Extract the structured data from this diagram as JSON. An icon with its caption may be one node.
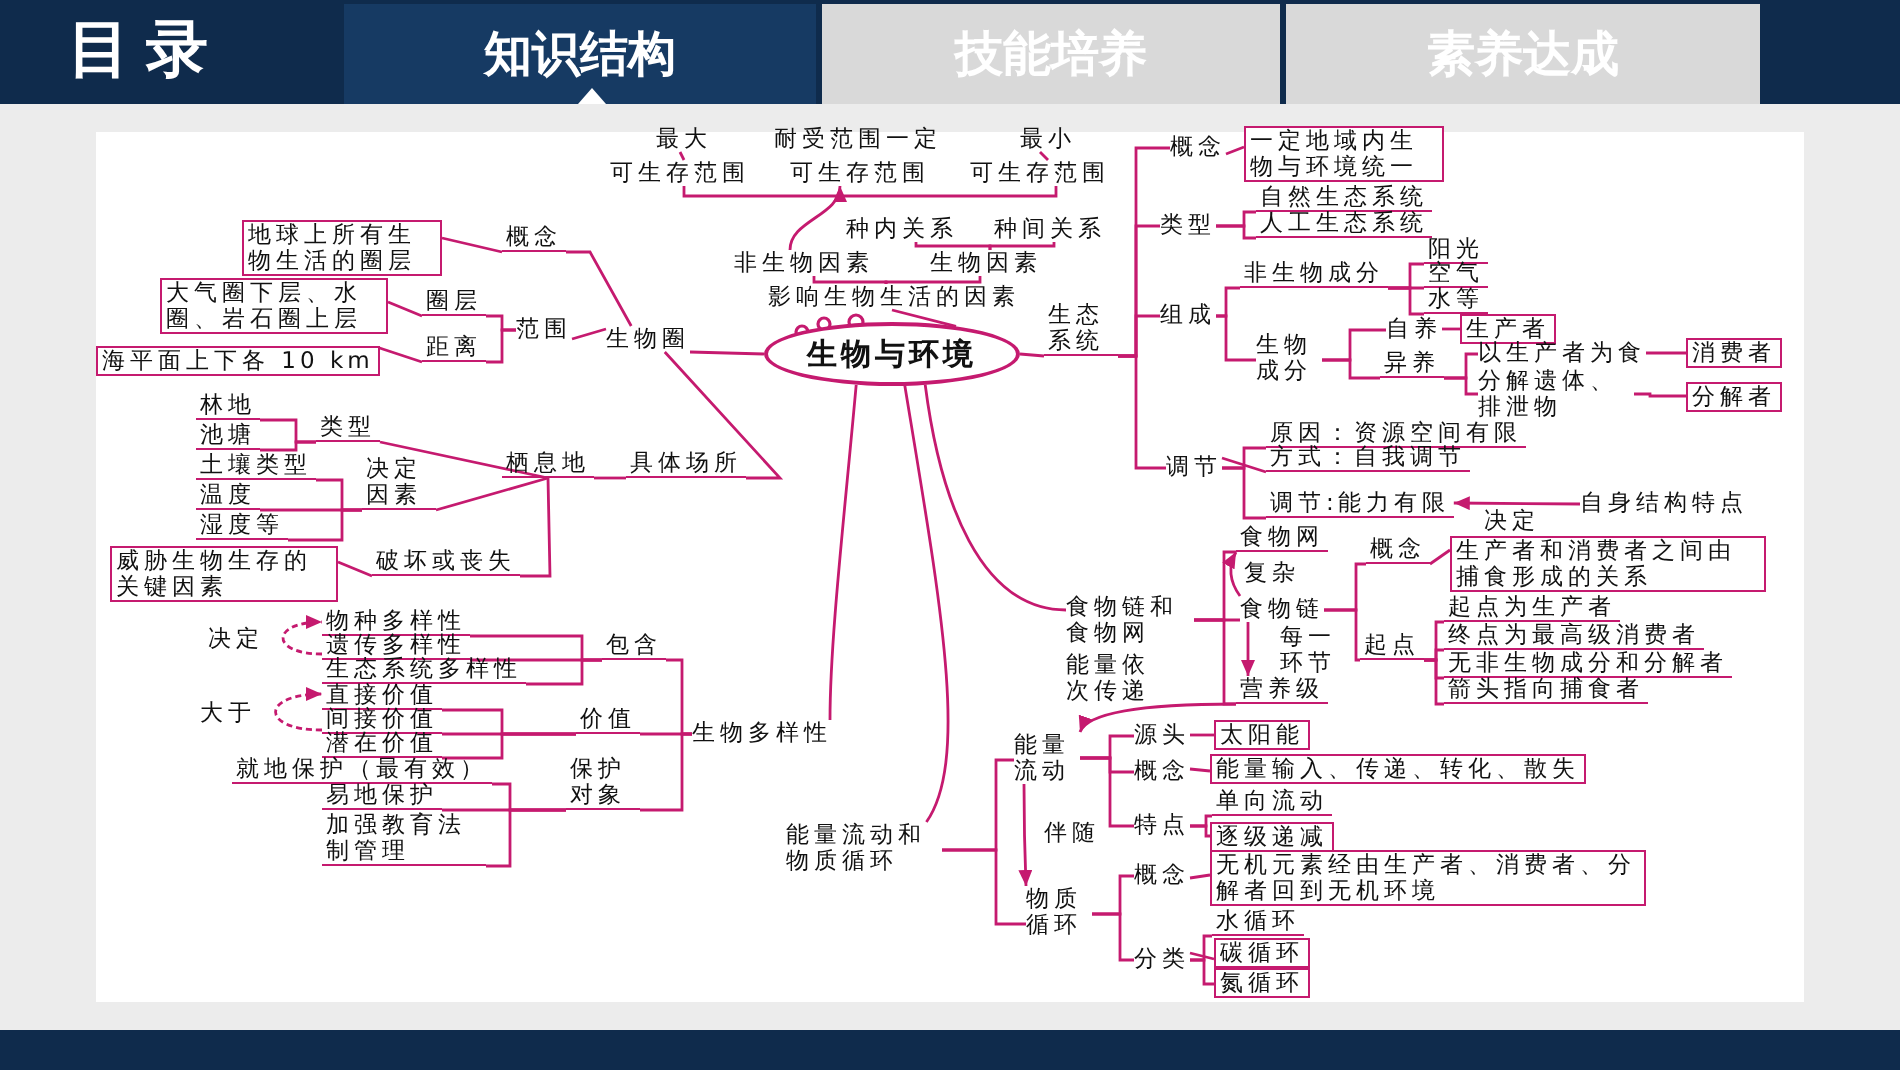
{
  "diagram": {
    "nodes": [
      {
        "text": [
          "生物与环境"
        ]
      },
      {
        "text": [
          "影响生物生活的因素"
        ]
      },
      {
        "text": [
          "非生物因素"
        ]
      },
      {
        "text": [
          "生物因素"
        ]
      },
      {
        "text": [
          "种内关系"
        ]
      },
      {
        "text": [
          "种间关系"
        ]
      },
      {
        "text": [
          "可生存范围"
        ]
      },
      {
        "text": [
          "可生存范围"
        ]
      },
      {
        "text": [
          "可生存范围"
        ]
      },
      {
        "text": [
          "最大"
        ]
      },
      {
        "text": [
          "耐受范围一定"
        ]
      },
      {
        "text": [
          "最小"
        ]
      },
      {
        "text": [
          "生物圈"
        ]
      },
      {
        "text": [
          "概念"
        ]
      },
      {
        "text": [
          "地球上所有生物生活的圈层"
        ]
      },
      {
        "text": [
          "范围"
        ]
      },
      {
        "text": [
          "圈层"
        ]
      },
      {
        "text": [
          "大气圈下层、水圈、岩石圈上层"
        ]
      },
      {
        "text": [
          "距离"
        ]
      },
      {
        "text": [
          "海平面上下各 10 km"
        ]
      },
      {
        "text": [
          "具体场所"
        ]
      },
      {
        "text": [
          "栖息地"
        ]
      },
      {
        "text": [
          "类型"
        ]
      },
      {
        "text": [
          "林地"
        ]
      },
      {
        "text": [
          "池塘"
        ]
      },
      {
        "text": [
          "决定因素"
        ]
      },
      {
        "text": [
          "土壤类型"
        ]
      },
      {
        "text": [
          "温度"
        ]
      },
      {
        "text": [
          "湿度等"
        ]
      },
      {
        "text": [
          "破坏或丧失"
        ]
      },
      {
        "text": [
          "威胁生物生存的关键因素"
        ]
      },
      {
        "text": [
          "生态系统"
        ]
      },
      {
        "text": [
          "概念"
        ]
      },
      {
        "text": [
          "一定地域内生物与环境统一"
        ]
      },
      {
        "text": [
          "类型"
        ]
      },
      {
        "text": [
          "自然生态系统"
        ]
      },
      {
        "text": [
          "人工生态系统"
        ]
      },
      {
        "text": [
          "组成"
        ]
      },
      {
        "text": [
          "非生物成分"
        ]
      },
      {
        "text": [
          "阳光"
        ]
      },
      {
        "text": [
          "空气"
        ]
      },
      {
        "text": [
          "水等"
        ]
      },
      {
        "text": [
          "生物成分"
        ]
      },
      {
        "text": [
          "自养"
        ]
      },
      {
        "text": [
          "生产者"
        ]
      },
      {
        "text": [
          "异养"
        ]
      },
      {
        "text": [
          "以生产者为食"
        ]
      },
      {
        "text": [
          "消费者"
        ]
      },
      {
        "text": [
          "分解遗体、排泄物"
        ]
      },
      {
        "text": [
          "分解者"
        ]
      },
      {
        "text": [
          "调节"
        ]
      },
      {
        "text": [
          "原因：资源空间有限"
        ]
      },
      {
        "text": [
          "方式：自我调节"
        ]
      },
      {
        "text": [
          "调节:能力有限"
        ]
      },
      {
        "text": [
          "自身结构特点"
        ]
      },
      {
        "text": [
          "食物链和食物网"
        ]
      },
      {
        "text": [
          "食物网"
        ]
      },
      {
        "text": [
          "食物链"
        ]
      },
      {
        "text": [
          "营养级"
        ]
      },
      {
        "text": [
          "概念"
        ]
      },
      {
        "text": [
          "生产者和消费者之间由捕食形成的关系"
        ]
      },
      {
        "text": [
          "起点"
        ]
      },
      {
        "text": [
          "起点为生产者"
        ]
      },
      {
        "text": [
          "终点为最高级消费者"
        ]
      },
      {
        "text": [
          "无非生物成分和分解者"
        ]
      },
      {
        "text": [
          "箭头指向捕食者"
        ]
      },
      {
        "text": [
          "能量流动和物质循环"
        ]
      },
      {
        "text": [
          "能量流动"
        ]
      },
      {
        "text": [
          "源头"
        ]
      },
      {
        "text": [
          "太阳能"
        ]
      },
      {
        "text": [
          "概念"
        ]
      },
      {
        "text": [
          "能量输入、传递、转化、散失"
        ]
      },
      {
        "text": [
          "特点"
        ]
      },
      {
        "text": [
          "单向流动"
        ]
      },
      {
        "text": [
          "逐级递减"
        ]
      },
      {
        "text": [
          "物质循环"
        ]
      },
      {
        "text": [
          "概念"
        ]
      },
      {
        "text": [
          "无机元素经由生产者、消费者、分解者回到无机环境"
        ]
      },
      {
        "text": [
          "分类"
        ]
      },
      {
        "text": [
          "水循环"
        ]
      },
      {
        "text": [
          "碳循环"
        ]
      },
      {
        "text": [
          "氮循环"
        ]
      },
      {
        "text": [
          "生物多样性"
        ]
      },
      {
        "text": [
          "包含"
        ]
      },
      {
        "text": [
          "物种多样性"
        ]
      },
      {
        "text": [
          "遗传多样性"
        ]
      },
      {
        "text": [
          "生态系统多样性"
        ]
      },
      {
        "text": [
          "价值"
        ]
      },
      {
        "text": [
          "直接价值"
        ]
      },
      {
        "text": [
          "间接价值"
        ]
      },
      {
        "text": [
          "潜在价值"
        ]
      },
      {
        "text": [
          "保护对象"
        ]
      },
      {
        "text": [
          "就地保护（最有效）"
        ]
      },
      {
        "text": [
          "易地保护"
        ]
      },
      {
        "text": [
          "加强教育法制管理"
        ]
      }
    ],
    "edges": [
      {
        "from": 0,
        "to": 1,
        "arrow": "none"
      },
      {
        "from": 1,
        "to": 2,
        "arrow": "none"
      },
      {
        "from": 1,
        "to": 3,
        "arrow": "none"
      },
      {
        "from": 3,
        "to": 4,
        "arrow": "none"
      },
      {
        "from": 3,
        "to": 5,
        "arrow": "none"
      },
      {
        "from": 2,
        "to": 7,
        "arrow": "to"
      },
      {
        "from": 9,
        "to": 6,
        "arrow": "none"
      },
      {
        "from": 11,
        "to": 8,
        "arrow": "none"
      },
      {
        "from": 6,
        "to": 8,
        "arrow": "none"
      },
      {
        "from": 0,
        "to": 12,
        "arrow": "none"
      },
      {
        "from": 12,
        "to": 13,
        "arrow": "none"
      },
      {
        "from": 13,
        "to": 14,
        "arrow": "none"
      },
      {
        "from": 12,
        "to": 15,
        "arrow": "none"
      },
      {
        "from": 15,
        "to": 16,
        "arrow": "none"
      },
      {
        "from": 16,
        "to": 17,
        "arrow": "none"
      },
      {
        "from": 15,
        "to": 18,
        "arrow": "none"
      },
      {
        "from": 18,
        "to": 19,
        "arrow": "none"
      },
      {
        "from": 12,
        "to": 20,
        "arrow": "none"
      },
      {
        "from": 20,
        "to": 21,
        "arrow": "none"
      },
      {
        "from": 21,
        "to": 22,
        "arrow": "none"
      },
      {
        "from": 22,
        "to": 23,
        "arrow": "none"
      },
      {
        "from": 22,
        "to": 24,
        "arrow": "none"
      },
      {
        "from": 21,
        "to": 25,
        "arrow": "none"
      },
      {
        "from": 25,
        "to": 26,
        "arrow": "none"
      },
      {
        "from": 25,
        "to": 27,
        "arrow": "none"
      },
      {
        "from": 25,
        "to": 28,
        "arrow": "none"
      },
      {
        "from": 21,
        "to": 29,
        "arrow": "none"
      },
      {
        "from": 29,
        "to": 30,
        "arrow": "none"
      },
      {
        "from": 0,
        "to": 31,
        "arrow": "none"
      },
      {
        "from": 31,
        "to": 32,
        "arrow": "none"
      },
      {
        "from": 32,
        "to": 33,
        "arrow": "none"
      },
      {
        "from": 31,
        "to": 34,
        "arrow": "none"
      },
      {
        "from": 34,
        "to": 35,
        "arrow": "none"
      },
      {
        "from": 34,
        "to": 36,
        "arrow": "none"
      },
      {
        "from": 31,
        "to": 37,
        "arrow": "none"
      },
      {
        "from": 37,
        "to": 38,
        "arrow": "none"
      },
      {
        "from": 38,
        "to": 39,
        "arrow": "none"
      },
      {
        "from": 38,
        "to": 40,
        "arrow": "none"
      },
      {
        "from": 38,
        "to": 41,
        "arrow": "none"
      },
      {
        "from": 37,
        "to": 42,
        "arrow": "none"
      },
      {
        "from": 42,
        "to": 43,
        "arrow": "none"
      },
      {
        "from": 43,
        "to": 44,
        "arrow": "none"
      },
      {
        "from": 42,
        "to": 45,
        "arrow": "none"
      },
      {
        "from": 45,
        "to": 46,
        "arrow": "none"
      },
      {
        "from": 46,
        "to": 47,
        "arrow": "none"
      },
      {
        "from": 45,
        "to": 48,
        "arrow": "none"
      },
      {
        "from": 48,
        "to": 49,
        "arrow": "none"
      },
      {
        "from": 31,
        "to": 50,
        "arrow": "none"
      },
      {
        "from": 50,
        "to": 51,
        "arrow": "none"
      },
      {
        "from": 50,
        "to": 52,
        "arrow": "none"
      },
      {
        "from": 50,
        "to": 53,
        "arrow": "none"
      },
      {
        "from": 54,
        "to": 53,
        "arrow": "to",
        "label": "决定"
      },
      {
        "from": 0,
        "to": 55,
        "arrow": "none"
      },
      {
        "from": 55,
        "to": 56,
        "arrow": "none"
      },
      {
        "from": 55,
        "to": 57,
        "arrow": "none"
      },
      {
        "from": 55,
        "to": 58,
        "arrow": "none"
      },
      {
        "from": 57,
        "to": 56,
        "arrow": "to",
        "label": "复杂"
      },
      {
        "from": 57,
        "to": 58,
        "arrow": "to",
        "label": "每一环节"
      },
      {
        "from": 57,
        "to": 59,
        "arrow": "none"
      },
      {
        "from": 59,
        "to": 60,
        "arrow": "none"
      },
      {
        "from": 57,
        "to": 61,
        "arrow": "none"
      },
      {
        "from": 61,
        "to": 62,
        "arrow": "none"
      },
      {
        "from": 61,
        "to": 63,
        "arrow": "none"
      },
      {
        "from": 61,
        "to": 64,
        "arrow": "none"
      },
      {
        "from": 61,
        "to": 65,
        "arrow": "none"
      },
      {
        "from": 58,
        "to": 67,
        "arrow": "to",
        "label": "能量依次传递"
      },
      {
        "from": 0,
        "to": 66,
        "arrow": "none"
      },
      {
        "from": 66,
        "to": 67,
        "arrow": "none"
      },
      {
        "from": 66,
        "to": 75,
        "arrow": "none"
      },
      {
        "from": 67,
        "to": 75,
        "arrow": "to",
        "label": "伴随"
      },
      {
        "from": 67,
        "to": 68,
        "arrow": "none"
      },
      {
        "from": 68,
        "to": 69,
        "arrow": "none"
      },
      {
        "from": 67,
        "to": 70,
        "arrow": "none"
      },
      {
        "from": 70,
        "to": 71,
        "arrow": "none"
      },
      {
        "from": 67,
        "to": 72,
        "arrow": "none"
      },
      {
        "from": 72,
        "to": 73,
        "arrow": "none"
      },
      {
        "from": 72,
        "to": 74,
        "arrow": "none"
      },
      {
        "from": 75,
        "to": 76,
        "arrow": "none"
      },
      {
        "from": 76,
        "to": 77,
        "arrow": "none"
      },
      {
        "from": 75,
        "to": 78,
        "arrow": "none"
      },
      {
        "from": 78,
        "to": 79,
        "arrow": "none"
      },
      {
        "from": 78,
        "to": 80,
        "arrow": "none"
      },
      {
        "from": 78,
        "to": 81,
        "arrow": "none"
      },
      {
        "from": 0,
        "to": 82,
        "arrow": "none"
      },
      {
        "from": 82,
        "to": 83,
        "arrow": "none"
      },
      {
        "from": 83,
        "to": 84,
        "arrow": "none"
      },
      {
        "from": 83,
        "to": 85,
        "arrow": "none"
      },
      {
        "from": 83,
        "to": 86,
        "arrow": "none"
      },
      {
        "from": 85,
        "to": 84,
        "arrow": "to",
        "label": "决定",
        "style": "dashed"
      },
      {
        "from": 82,
        "to": 87,
        "arrow": "none"
      },
      {
        "from": 87,
        "to": 88,
        "arrow": "none"
      },
      {
        "from": 87,
        "to": 89,
        "arrow": "none"
      },
      {
        "from": 87,
        "to": 90,
        "arrow": "none"
      },
      {
        "from": 89,
        "to": 88,
        "arrow": "to",
        "label": "大于",
        "style": "dashed"
      },
      {
        "from": 82,
        "to": 91,
        "arrow": "none"
      },
      {
        "from": 91,
        "to": 92,
        "arrow": "none"
      },
      {
        "from": 91,
        "to": 93,
        "arrow": "none"
      },
      {
        "from": 91,
        "to": 94,
        "arrow": "none"
      }
    ],
    "labels": [
      "目录",
      "知识结构",
      "技能培养",
      "素养达成"
    ]
  }
}
